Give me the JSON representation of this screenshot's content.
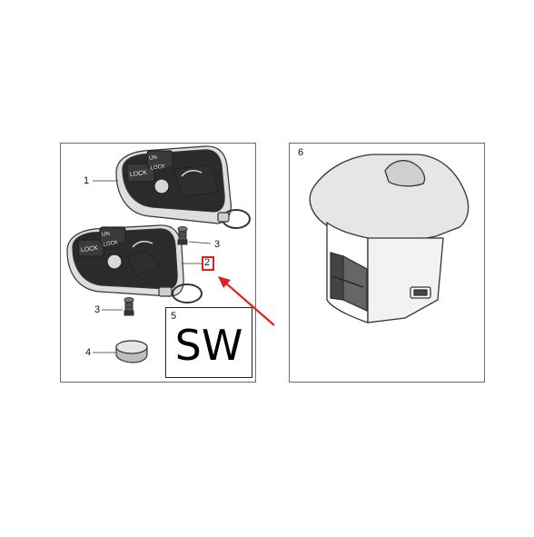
{
  "callouts": {
    "c1": "1",
    "c2": "2",
    "c3a": "3",
    "c3b": "3",
    "c4": "4",
    "c5": "5",
    "c6": "6"
  },
  "fob_labels": {
    "top_lock": "LOCK",
    "top_unlock": "UN LOCK",
    "bottom_lock": "LOCK",
    "bottom_unlock": "UN LOCK"
  },
  "sw_label": "SW",
  "colors": {
    "highlight": "#e02020",
    "arrow": "#e02020",
    "line_art": "#333333",
    "fob_fill": "#dedede"
  }
}
